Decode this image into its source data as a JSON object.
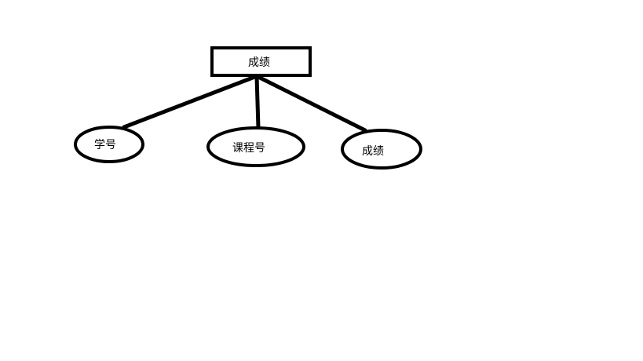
{
  "diagram": {
    "entity": {
      "label": "成绩"
    },
    "attributes": [
      {
        "label": "学号"
      },
      {
        "label": "课程号"
      },
      {
        "label": "成绩"
      }
    ],
    "stroke_color": "#000000",
    "background": "#ffffff"
  }
}
